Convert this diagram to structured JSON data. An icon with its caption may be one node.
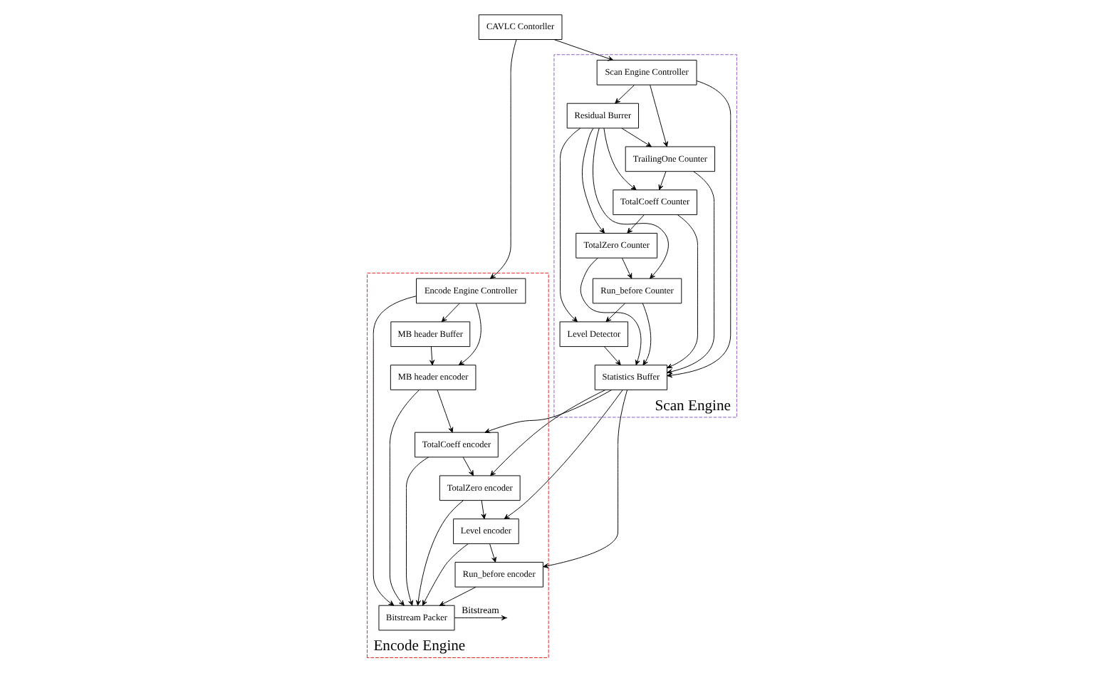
{
  "diagram": {
    "nodes": [
      {
        "text": [
          "Scan Engine"
        ]
      },
      {
        "text": [
          "Residual Burrer"
        ],
        "in": 0
      },
      {
        "text": [
          "Scan Engine Controller"
        ],
        "in": 0
      },
      {
        "text": [
          "TrailingOne Counter"
        ],
        "in": 0
      },
      {
        "text": [
          "TotalCoeff Counter"
        ],
        "in": 0
      },
      {
        "text": [
          "TotalZero Counter"
        ],
        "in": 0
      },
      {
        "text": [
          "Run_before Counter"
        ],
        "in": 0
      },
      {
        "text": [
          "Level Detector"
        ],
        "in": 0
      },
      {
        "text": [
          "Statistics Buffer"
        ],
        "in": 0
      },
      {
        "text": [
          "CAVLC Contorller"
        ]
      },
      {
        "text": [
          "Encode Engine"
        ]
      },
      {
        "text": [
          "Encode Engine Controller"
        ],
        "in": 10
      },
      {
        "text": [
          "MB header Buffer"
        ],
        "in": 10
      },
      {
        "text": [
          "MB header encoder"
        ],
        "in": 10
      },
      {
        "text": [
          "TotalCoeff encoder"
        ],
        "in": 10
      },
      {
        "text": [
          "TotalZero encoder"
        ],
        "in": 10
      },
      {
        "text": [
          "Level encoder"
        ],
        "in": 10
      },
      {
        "text": [
          "Run_before encoder"
        ],
        "in": 10
      },
      {
        "text": [
          "Bitstream Packer"
        ],
        "in": 10
      }
    ],
    "edges": [
      {
        "from": 9,
        "to": 2,
        "arrow": "to"
      },
      {
        "from": 2,
        "to": 1,
        "arrow": "to"
      },
      {
        "from": 9,
        "to": 11,
        "arrow": "to"
      },
      {
        "from": 11,
        "to": 12,
        "arrow": "to"
      },
      {
        "from": 2,
        "to": 3,
        "arrow": "to"
      },
      {
        "from": 2,
        "to": 8,
        "arrow": "to"
      },
      {
        "from": 1,
        "to": 3,
        "arrow": "to"
      },
      {
        "from": 1,
        "to": 4,
        "arrow": "to"
      },
      {
        "from": 1,
        "to": 5,
        "arrow": "to"
      },
      {
        "from": 1,
        "to": 6,
        "arrow": "to"
      },
      {
        "from": 1,
        "to": 7,
        "arrow": "to"
      },
      {
        "from": 3,
        "to": 4,
        "arrow": "to"
      },
      {
        "from": 4,
        "to": 5,
        "arrow": "to"
      },
      {
        "from": 5,
        "to": 6,
        "arrow": "to"
      },
      {
        "from": 6,
        "to": 7,
        "arrow": "to"
      },
      {
        "from": 3,
        "to": 8,
        "arrow": "to"
      },
      {
        "from": 4,
        "to": 8,
        "arrow": "to"
      },
      {
        "from": 5,
        "to": 8,
        "arrow": "to"
      },
      {
        "from": 6,
        "to": 8,
        "arrow": "to"
      },
      {
        "from": 7,
        "to": 8,
        "arrow": "to"
      },
      {
        "from": 8,
        "to": 14,
        "arrow": "to"
      },
      {
        "from": 8,
        "to": 15,
        "arrow": "to"
      },
      {
        "from": 8,
        "to": 16,
        "arrow": "to"
      },
      {
        "from": 8,
        "to": 17,
        "arrow": "to"
      },
      {
        "from": 11,
        "to": 13,
        "arrow": "to"
      },
      {
        "from": 12,
        "to": 13,
        "arrow": "to"
      },
      {
        "from": 11,
        "to": 18,
        "arrow": "to"
      },
      {
        "from": 13,
        "to": 14,
        "arrow": "to"
      },
      {
        "from": 14,
        "to": 15,
        "arrow": "to"
      },
      {
        "from": 15,
        "to": 16,
        "arrow": "to"
      },
      {
        "from": 16,
        "to": 17,
        "arrow": "to"
      },
      {
        "from": 13,
        "to": 18,
        "arrow": "to"
      },
      {
        "from": 14,
        "to": 18,
        "arrow": "to"
      },
      {
        "from": 15,
        "to": 18,
        "arrow": "to"
      },
      {
        "from": 16,
        "to": 18,
        "arrow": "to"
      },
      {
        "from": 17,
        "to": 18,
        "arrow": "to"
      },
      {
        "from": 18,
        "to": null,
        "label": "Bitstream",
        "arrow": "to"
      }
    ]
  }
}
